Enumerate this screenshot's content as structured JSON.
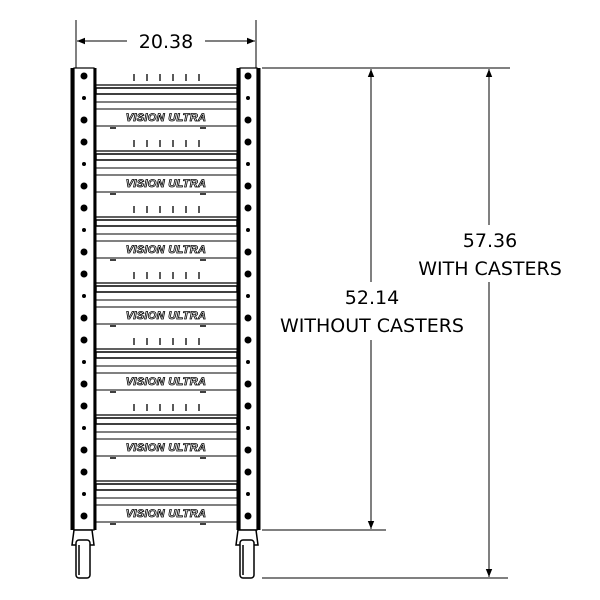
{
  "diagram": {
    "brand_label": "VISION ULTRA",
    "shelf_count": 7,
    "width_dimension": "20.38",
    "height_without_casters": {
      "value": "52.14",
      "label": "WITHOUT CASTERS"
    },
    "height_with_casters": {
      "value": "57.36",
      "label": "WITH CASTERS"
    }
  }
}
